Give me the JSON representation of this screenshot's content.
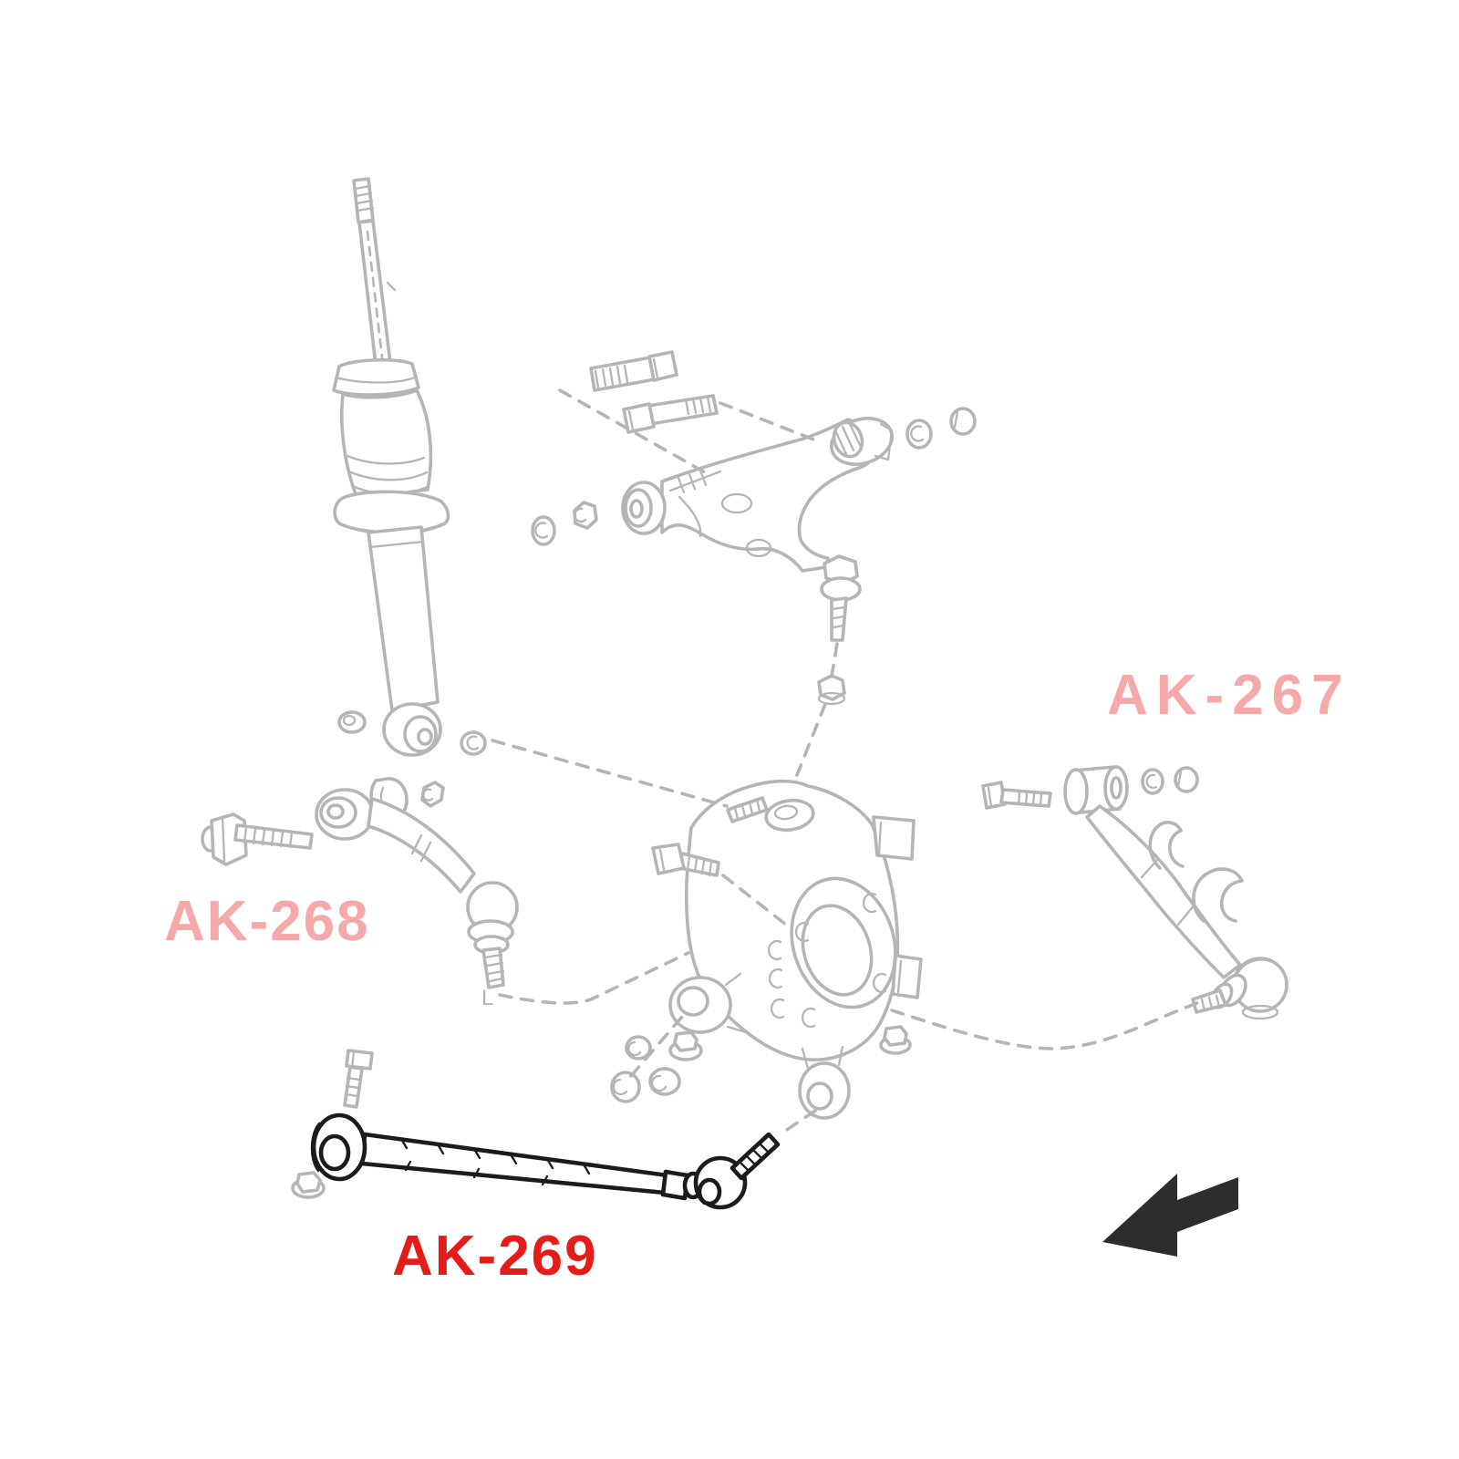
{
  "labels": {
    "ak267": "AK-267",
    "ak268": "AK-268",
    "ak269": "AK-269",
    "l_marker": "L"
  },
  "colors": {
    "line_art": "#b5b5b5",
    "highlight_line": "#1b1b1b",
    "arrow": "#2d2d2d",
    "label_pink": "#f7a9a9",
    "label_red": "#e51c17",
    "background": "#ffffff"
  },
  "highlighted_part": "AK-269",
  "arrow_direction": "left"
}
